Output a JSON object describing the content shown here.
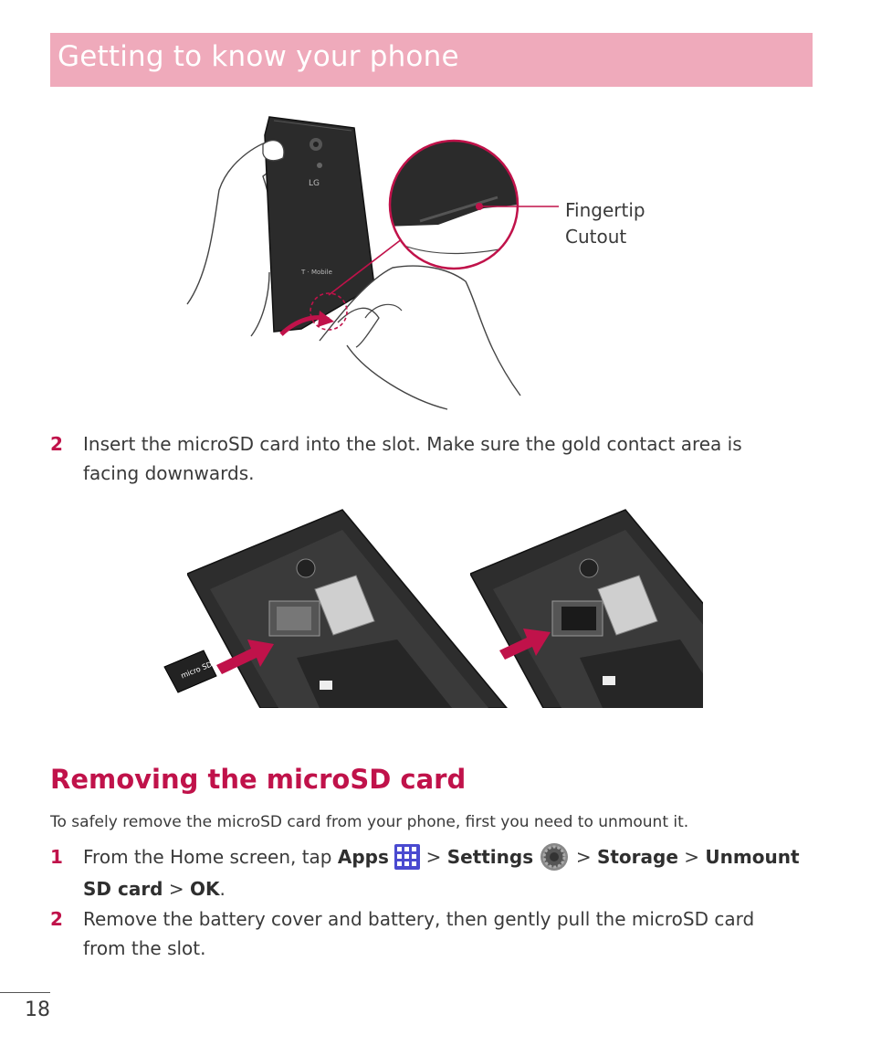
{
  "header": {
    "title": "Getting to know your phone"
  },
  "figure1": {
    "callout_line1": "Fingertip",
    "callout_line2": "Cutout",
    "brand_text": "LG",
    "carrier_text": "T · Mobile"
  },
  "step_insert": {
    "number": "2",
    "line1": "Insert the microSD card into the slot. Make sure the gold contact area is",
    "line2": "facing downwards."
  },
  "figure2": {
    "card_label": "micro SD"
  },
  "section": {
    "title": "Removing the microSD card",
    "intro": "To safely remove the microSD card from your phone, first you need to unmount it."
  },
  "steps": [
    {
      "number": "1",
      "prefix": "From the Home screen, tap ",
      "apps": "Apps",
      "sep1": " > ",
      "settings": "Settings",
      "sep2": " > ",
      "storage": "Storage",
      "sep3": " > ",
      "unmount1": "Unmount",
      "unmount2": "SD card",
      "sep4": " > ",
      "ok": "OK",
      "end": "."
    },
    {
      "number": "2",
      "line1": "Remove the battery cover and battery, then gently pull the microSD card",
      "line2": "from the slot."
    }
  ],
  "footer": {
    "page_number": "18"
  },
  "colors": {
    "header_bg": "#efaabb",
    "accent": "#c0124a"
  },
  "icons": {
    "apps": "apps-grid-icon",
    "settings": "settings-gear-icon"
  }
}
